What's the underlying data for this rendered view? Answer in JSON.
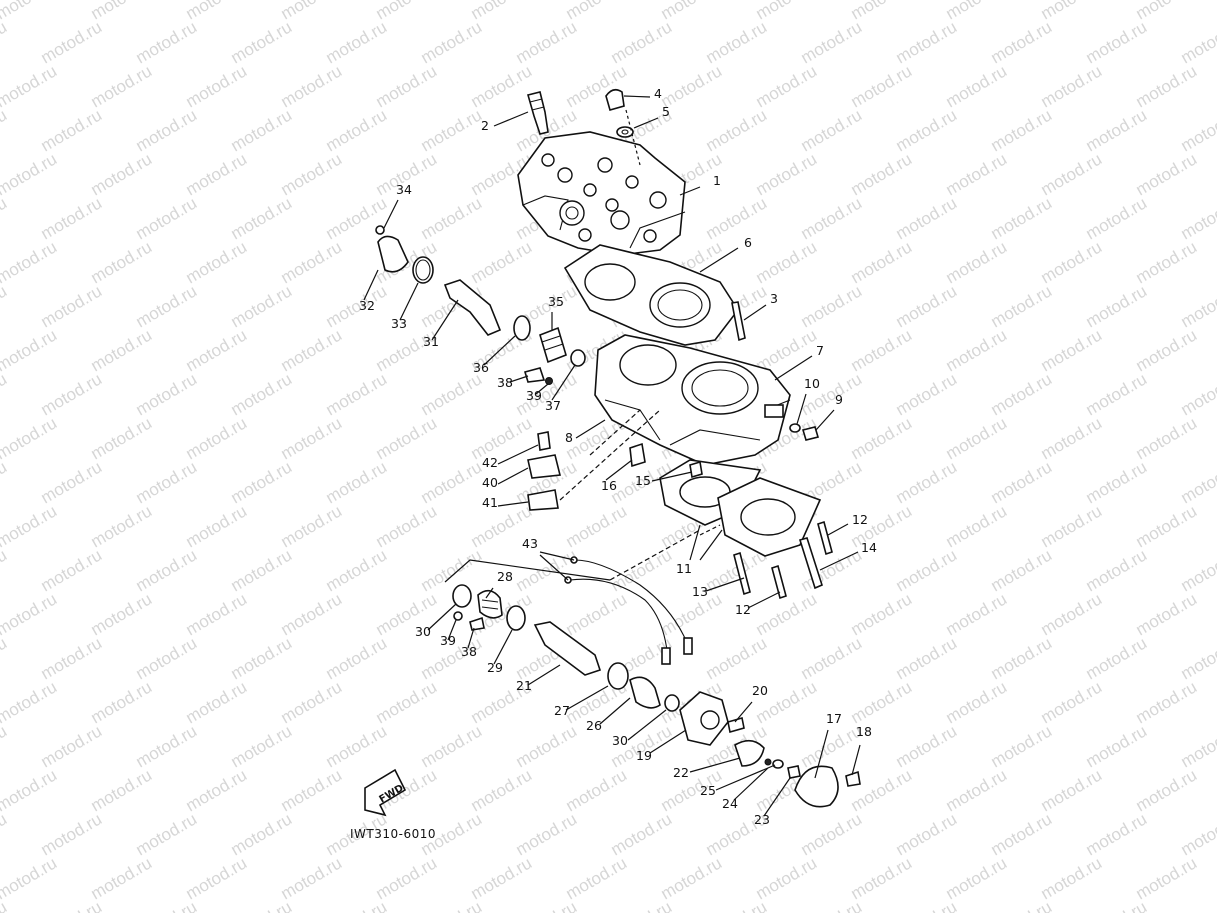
{
  "watermark": {
    "text": "motod.ru"
  },
  "diagram": {
    "code": "IWT310-6010",
    "fwd_label": "FWD",
    "callouts": [
      {
        "id": "c1",
        "text": "1"
      },
      {
        "id": "c2",
        "text": "2"
      },
      {
        "id": "c3",
        "text": "3"
      },
      {
        "id": "c4",
        "text": "4"
      },
      {
        "id": "c5",
        "text": "5"
      },
      {
        "id": "c6",
        "text": "6"
      },
      {
        "id": "c7",
        "text": "7"
      },
      {
        "id": "c8",
        "text": "8"
      },
      {
        "id": "c9",
        "text": "9"
      },
      {
        "id": "c10",
        "text": "10"
      },
      {
        "id": "c11",
        "text": "11"
      },
      {
        "id": "c12a",
        "text": "12"
      },
      {
        "id": "c12b",
        "text": "12"
      },
      {
        "id": "c13",
        "text": "13"
      },
      {
        "id": "c14",
        "text": "14"
      },
      {
        "id": "c15",
        "text": "15"
      },
      {
        "id": "c16",
        "text": "16"
      },
      {
        "id": "c17",
        "text": "17"
      },
      {
        "id": "c18",
        "text": "18"
      },
      {
        "id": "c19",
        "text": "19"
      },
      {
        "id": "c20",
        "text": "20"
      },
      {
        "id": "c21",
        "text": "21"
      },
      {
        "id": "c22",
        "text": "22"
      },
      {
        "id": "c23",
        "text": "23"
      },
      {
        "id": "c24",
        "text": "24"
      },
      {
        "id": "c25",
        "text": "25"
      },
      {
        "id": "c26",
        "text": "26"
      },
      {
        "id": "c27",
        "text": "27"
      },
      {
        "id": "c28",
        "text": "28"
      },
      {
        "id": "c29",
        "text": "29"
      },
      {
        "id": "c30a",
        "text": "30"
      },
      {
        "id": "c30b",
        "text": "30"
      },
      {
        "id": "c31",
        "text": "31"
      },
      {
        "id": "c32",
        "text": "32"
      },
      {
        "id": "c33",
        "text": "33"
      },
      {
        "id": "c34",
        "text": "34"
      },
      {
        "id": "c35",
        "text": "35"
      },
      {
        "id": "c36",
        "text": "36"
      },
      {
        "id": "c37",
        "text": "37"
      },
      {
        "id": "c38a",
        "text": "38"
      },
      {
        "id": "c38b",
        "text": "38"
      },
      {
        "id": "c39a",
        "text": "39"
      },
      {
        "id": "c39b",
        "text": "39"
      },
      {
        "id": "c40",
        "text": "40"
      },
      {
        "id": "c41",
        "text": "41"
      },
      {
        "id": "c42",
        "text": "42"
      },
      {
        "id": "c43",
        "text": "43"
      }
    ]
  }
}
